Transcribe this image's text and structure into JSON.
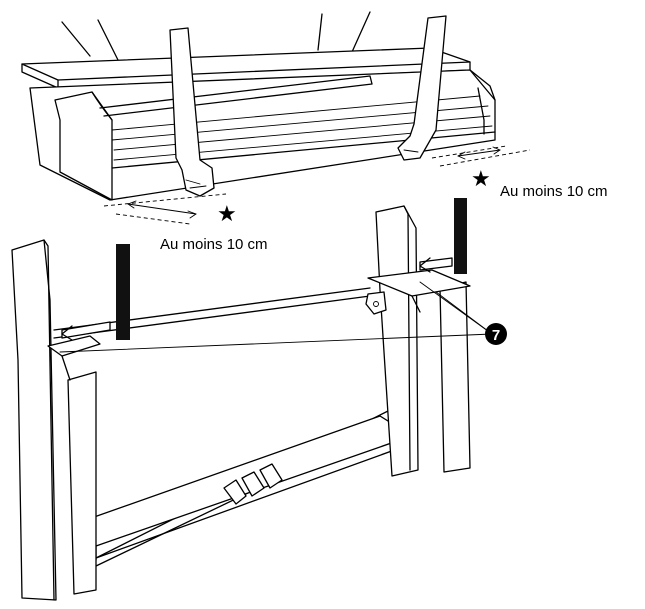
{
  "labels": {
    "clearance_left": "Au moins 10 cm",
    "clearance_right": "Au moins 10 cm",
    "step_marker": "7"
  },
  "icons": {
    "star": "★",
    "step_badge": "black-circle-number"
  },
  "colors": {
    "ink": "#000000",
    "paper": "#ffffff",
    "block": "#111111"
  }
}
